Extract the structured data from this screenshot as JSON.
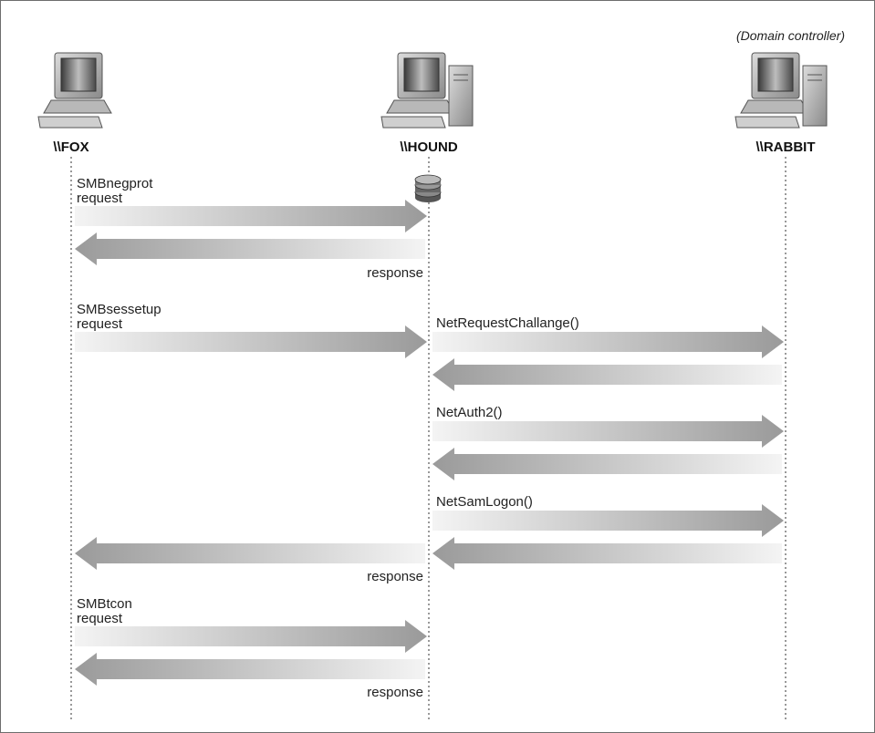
{
  "hosts": {
    "fox": {
      "name": "\\\\FOX",
      "icon": "workstation-icon"
    },
    "hound": {
      "name": "\\\\HOUND",
      "icon": "server-icon"
    },
    "rabbit": {
      "name": "\\\\RABBIT",
      "icon": "server-icon",
      "note": "(Domain controller)"
    }
  },
  "database_icon": "database-icon",
  "messages": {
    "m1": {
      "line1": "SMBnegprot",
      "line2": "request"
    },
    "m2": {
      "text": "response"
    },
    "m3": {
      "line1": "SMBsessetup",
      "line2": "request"
    },
    "m4": {
      "text": "NetRequestChallange()"
    },
    "m6": {
      "text": "NetAuth2()"
    },
    "m8": {
      "text": "NetSamLogon()"
    },
    "m10": {
      "text": "response"
    },
    "m11": {
      "line1": "SMBtcon",
      "line2": "request"
    },
    "m12": {
      "text": "response"
    }
  },
  "colors": {
    "arrow_dark": "#9a9a9a",
    "arrow_light": "#f4f4f4",
    "frame": "#6d6d6d"
  }
}
